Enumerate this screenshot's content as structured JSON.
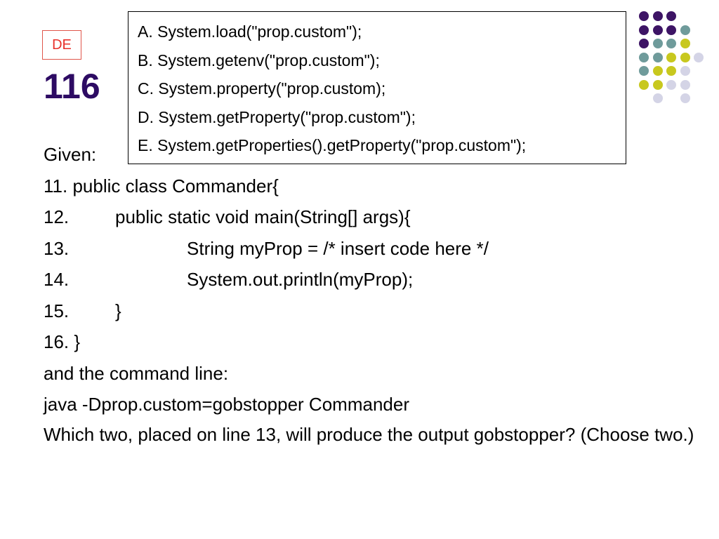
{
  "slide": {
    "badge": "DE",
    "number": "116"
  },
  "answers": [
    "A. System.load(\"prop.custom\");",
    "B. System.getenv(\"prop.custom\");",
    "C. System.property(\"prop.custom);",
    "D. System.getProperty(\"prop.custom\");",
    "E. System.getProperties().getProperty(\"prop.custom\");"
  ],
  "question": {
    "given": "Given:",
    "code": [
      {
        "num": "11.",
        "text": "public class Commander{",
        "indent": 0,
        "joined": true
      },
      {
        "num": "12.",
        "text": "public static void main(String[] args){",
        "indent": 1,
        "joined": false
      },
      {
        "num": "13.",
        "text": "String myProp = /* insert code here */",
        "indent": 2,
        "joined": false
      },
      {
        "num": "14.",
        "text": "System.out.println(myProp);",
        "indent": 2,
        "joined": false
      },
      {
        "num": "15.",
        "text": "}",
        "indent": 1,
        "joined": false
      },
      {
        "num": "16.",
        "text": "}",
        "indent": 0,
        "joined": true
      }
    ],
    "command_intro": "and the command line:",
    "command": "java -Dprop.custom=gobstopper Commander",
    "prompt": "Which two, placed on line 13, will produce the output gobstopper? (Choose two.)"
  },
  "colors": {
    "dark_purple": "#3d1465",
    "teal": "#6f9b9b",
    "olive": "#c8c81e",
    "lavender": "#d4d4e6",
    "badge_red": "#e8302a",
    "number_purple": "#2d0b63"
  }
}
